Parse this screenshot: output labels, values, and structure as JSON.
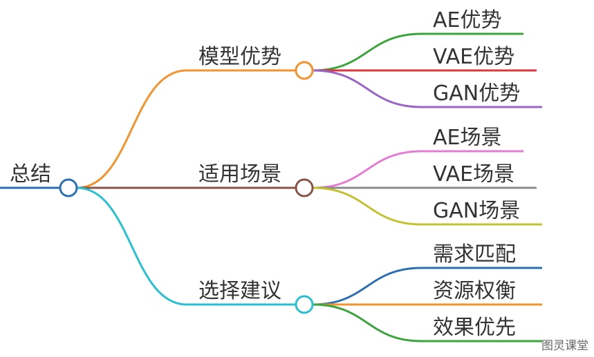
{
  "root": {
    "label": "总结",
    "color": "#2a6fb3"
  },
  "branches": [
    {
      "label": "模型优势",
      "color": "#f5922b",
      "children": [
        {
          "label": "AE优势",
          "color": "#3aa53a"
        },
        {
          "label": "VAE优势",
          "color": "#d9363e"
        },
        {
          "label": "GAN优势",
          "color": "#9a63c7"
        }
      ]
    },
    {
      "label": "适用场景",
      "color": "#8b5246",
      "children": [
        {
          "label": "AE场景",
          "color": "#e57bd2"
        },
        {
          "label": "VAE场景",
          "color": "#8c8c8c"
        },
        {
          "label": "GAN场景",
          "color": "#c2c12e"
        }
      ]
    },
    {
      "label": "选择建议",
      "color": "#26c0d3",
      "children": [
        {
          "label": "需求匹配",
          "color": "#2a6fb3"
        },
        {
          "label": "资源权衡",
          "color": "#f5922b"
        },
        {
          "label": "效果优先",
          "color": "#3aa53a"
        }
      ]
    }
  ],
  "watermark": "图灵课堂"
}
